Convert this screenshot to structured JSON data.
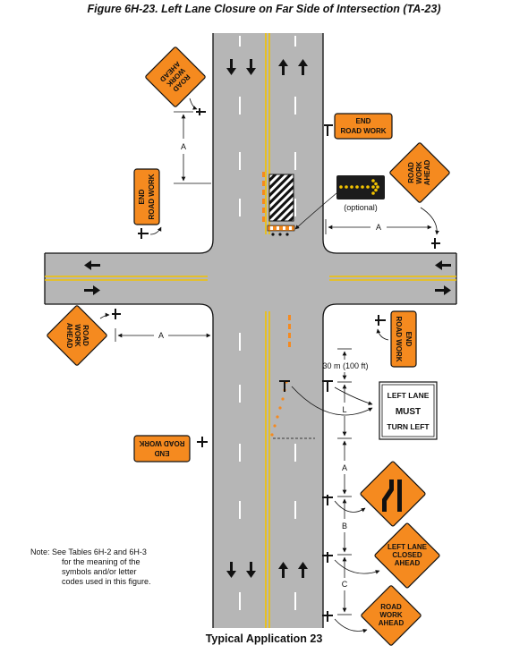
{
  "figure_title": "Figure 6H-23.  Left Lane Closure on Far Side of Intersection (TA-23)",
  "caption": "Typical Application 23",
  "note": {
    "line1": "Note: See Tables 6H-2 and 6H-3",
    "line2": "for the meaning of the",
    "line3": "symbols and/or letter",
    "line4": "codes used in this figure."
  },
  "dimensions": {
    "a": "A",
    "b": "B",
    "c": "C",
    "l": "L",
    "taper_distance": "30 m (100 ft)"
  },
  "arrow_board_caption": "(optional)",
  "signs": {
    "road_work": "ROAD",
    "road_work_2": "WORK",
    "road_work_3": "AHEAD",
    "end": "END",
    "end_road_work": "ROAD WORK",
    "left_lane_closed_1": "LEFT LANE",
    "left_lane_closed_2": "CLOSED",
    "left_lane_closed_3": "AHEAD",
    "must_turn_1": "LEFT LANE",
    "must_turn_2": "MUST",
    "must_turn_3": "TURN LEFT"
  },
  "colors": {
    "road": "#b6b6b6",
    "lane_line": "#ffffff",
    "center_line": "#f2c200",
    "sign_orange": "#f58a1f",
    "arrow_board": "#1c1c1c",
    "arrow_lamp": "#f3c300"
  }
}
